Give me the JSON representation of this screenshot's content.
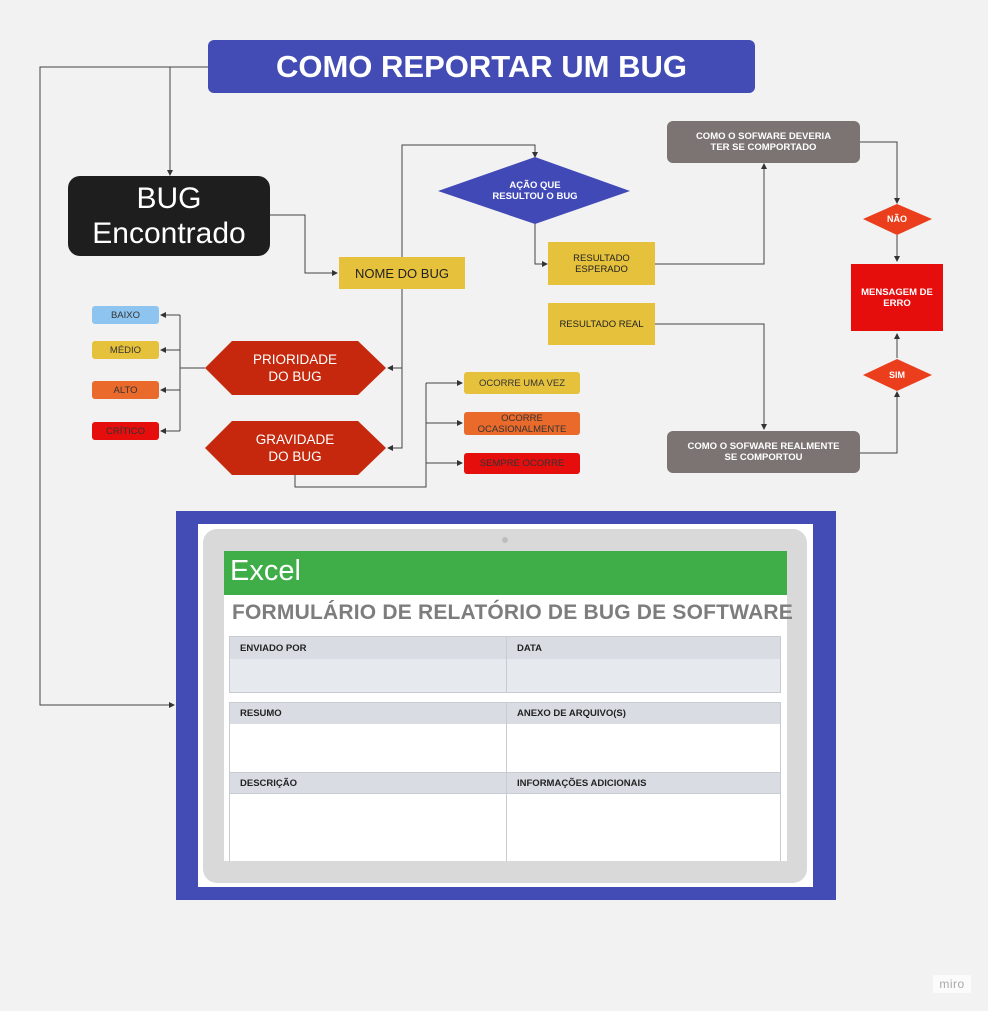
{
  "title": "COMO REPORTAR UM BUG",
  "bug_found": "BUG\nEncontrado",
  "bug_name": "NOME DO BUG",
  "priority": {
    "label": "PRIORIDADE\nDO BUG",
    "levels": [
      "BAIXO",
      "MÉDIO",
      "ALTO",
      "CRÍTICO"
    ]
  },
  "severity": {
    "label": "GRAVIDADE\nDO BUG",
    "levels": [
      "OCORRE UMA VEZ",
      "OCORRE\nOCASIONALMENTE",
      "SEMPRE OCORRE"
    ]
  },
  "action": "AÇÃO QUE\nRESULTOU O BUG",
  "expected": "RESULTADO\nESPERADO",
  "actual": "RESULTADO REAL",
  "should_behave": "COMO O SOFWARE DEVERIA\nTER SE COMPORTADO",
  "actually_behaved": "COMO O SOFWARE REALMENTE\nSE COMPORTOU",
  "no": "NÃO",
  "yes": "SIM",
  "error_message": "MENSAGEM DE\nERRO",
  "form": {
    "app": "Excel",
    "title": "FORMULÁRIO DE RELATÓRIO DE BUG DE SOFTWARE",
    "fields": {
      "sent_by": "ENVIADO POR",
      "date": "DATA",
      "summary": "RESUMO",
      "attachment": "ANEXO DE ARQUIVO(S)",
      "description": "DESCRIÇÃO",
      "additional_info": "INFORMAÇÕES ADICIONAIS"
    }
  },
  "watermark": "miro",
  "colors": {
    "title_blue": "#434cb4",
    "diamond_blue": "#4149b7",
    "priority_red": "#c5280c",
    "yellow": "#e6c13c",
    "grey": "#7b7473",
    "error_red": "#e60d0d",
    "baixo": "#8ec4f0",
    "medio": "#e6c13c",
    "alto": "#ea6a2c",
    "critico": "#e60d0d",
    "excel_green": "#3fae49"
  }
}
